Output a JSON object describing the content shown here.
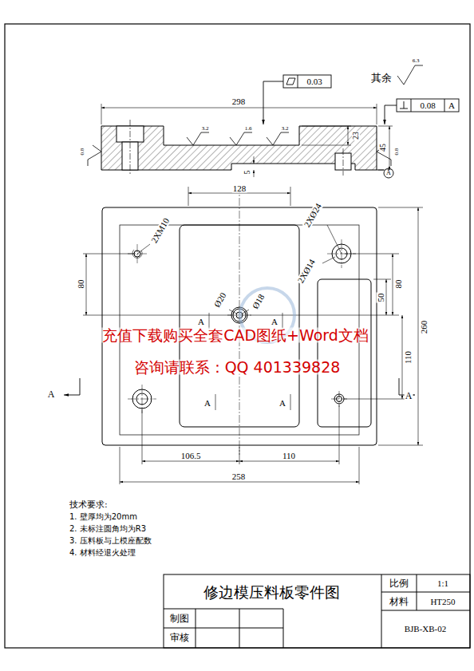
{
  "diagram": {
    "labels": [
      "0.03",
      "其余",
      "6.3",
      "0.08",
      "A",
      "298",
      "3.2",
      "1.6",
      "3.2",
      "0.8",
      "0.8",
      "23",
      "45",
      "5",
      "A",
      "128",
      "2XM10",
      "2XØ24",
      "2XØ14",
      "Ø20",
      "Ø18",
      "80",
      "80",
      "50",
      "260",
      "110",
      "A",
      "A",
      "A",
      "A",
      "A",
      "A",
      "106.5",
      "110",
      "258",
      "充值下载购买全套CAD图纸+Word文档",
      "咨询请联系：QQ 401339828",
      "技术要求:",
      "1. 壁厚均为20mm",
      "2. 未标注圆角均为R3",
      "3. 压料板与上模座配数",
      "4. 材料经退火处理",
      "修边模压料板零件图",
      "比例",
      "1:1",
      "材料",
      "HT250",
      "制图",
      "审核",
      "BJB-XB-02"
    ]
  }
}
